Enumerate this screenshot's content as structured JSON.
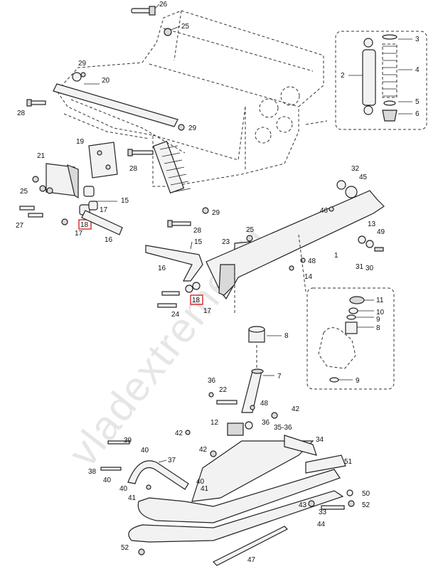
{
  "watermark": "vladextreme.ru",
  "callouts": {
    "c26": "26",
    "c25a": "25",
    "c29a": "29",
    "c20": "20",
    "c28a": "28",
    "c29b": "29",
    "c19": "19",
    "c28b": "28",
    "c21": "21",
    "c25b": "25",
    "c27": "27",
    "c15a": "15",
    "c17a": "17",
    "c18a": "18",
    "c16a": "16",
    "c29c": "29",
    "c28c": "28",
    "c15b": "15",
    "c23": "23",
    "c25c": "25",
    "c16b": "16",
    "c24": "24",
    "c18b": "18",
    "c17b": "17",
    "c32": "32",
    "c45": "45",
    "c46": "46",
    "c1": "1",
    "c13": "13",
    "c49": "49",
    "c31": "31",
    "c30": "30",
    "c48a": "48",
    "c14": "14",
    "c8a": "8",
    "c7": "7",
    "c36a": "36",
    "c22": "22",
    "c48b": "48",
    "c12": "12",
    "c36b": "36",
    "c42a": "42",
    "c42b": "42",
    "c35": "35-36",
    "c34": "34",
    "c42c": "42",
    "c39": "39",
    "c40a": "40",
    "c37": "37",
    "c38": "38",
    "c40b": "40",
    "c40c": "40",
    "c41a": "41",
    "c40d": "40",
    "c41b": "41",
    "c51": "51",
    "c50": "50",
    "c52a": "52",
    "c43": "43",
    "c33": "33",
    "c44": "44",
    "c52b": "52",
    "c47": "47",
    "d3": "3",
    "d2": "2",
    "d4": "4",
    "d5": "5",
    "d6": "6",
    "d11": "11",
    "d10": "10",
    "d9a": "9",
    "d8": "8",
    "d9b": "9"
  }
}
